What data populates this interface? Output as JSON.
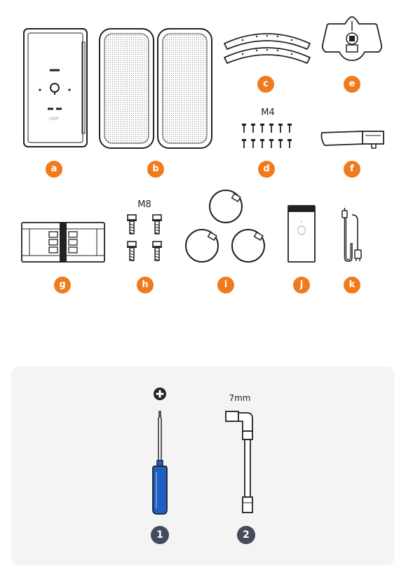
{
  "parts": [
    {
      "id": "a",
      "label": "a"
    },
    {
      "id": "b",
      "label": "b"
    },
    {
      "id": "c",
      "label": "c"
    },
    {
      "id": "d",
      "label": "d",
      "spec": "M4"
    },
    {
      "id": "e",
      "label": "e"
    },
    {
      "id": "f",
      "label": "f"
    },
    {
      "id": "g",
      "label": "g"
    },
    {
      "id": "h",
      "label": "h",
      "spec": "M8"
    },
    {
      "id": "i",
      "label": "i"
    },
    {
      "id": "j",
      "label": "j"
    },
    {
      "id": "k",
      "label": "k"
    }
  ],
  "tools": [
    {
      "number": "1",
      "spec_icon": "phillips-plus-icon"
    },
    {
      "number": "2",
      "spec": "7mm"
    }
  ],
  "device_text": "UISP",
  "colors": {
    "accent": "#f07b1d",
    "tool_badge": "#454b5c",
    "screwdriver_handle": "#1f5fc4",
    "panel": "#f4f4f5"
  }
}
